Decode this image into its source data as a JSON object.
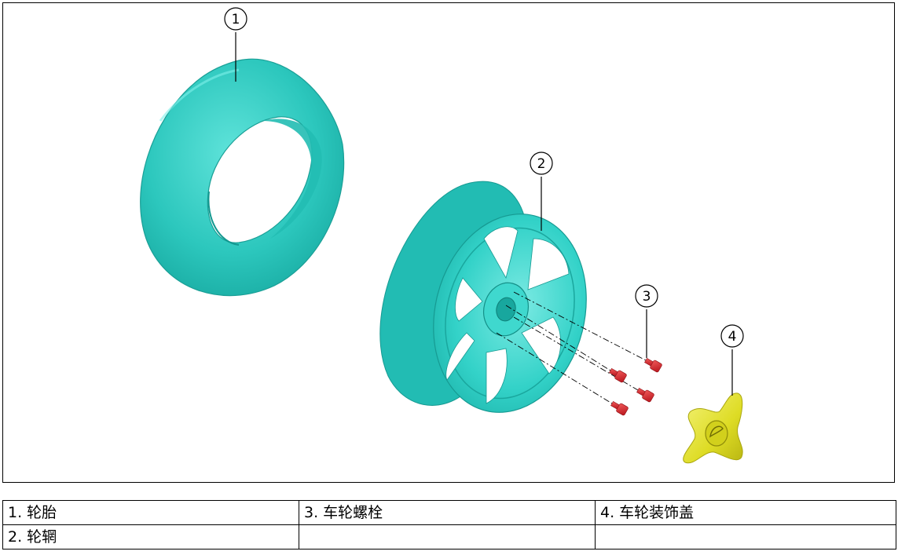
{
  "callouts": [
    {
      "number": "1",
      "part": "tire"
    },
    {
      "number": "2",
      "part": "rim"
    },
    {
      "number": "3",
      "part": "wheel-bolt"
    },
    {
      "number": "4",
      "part": "wheel-cover"
    }
  ],
  "legend": {
    "rows": [
      [
        "1. 轮胎",
        "3. 车轮螺栓",
        "4. 车轮装饰盖"
      ],
      [
        "2. 轮辋",
        "",
        ""
      ]
    ]
  },
  "colors": {
    "tire": "#2bc9bf",
    "rim": "#2fd0c6",
    "bolt": "#d9222a",
    "cover": "#e3e22a",
    "outline": "#000000"
  }
}
